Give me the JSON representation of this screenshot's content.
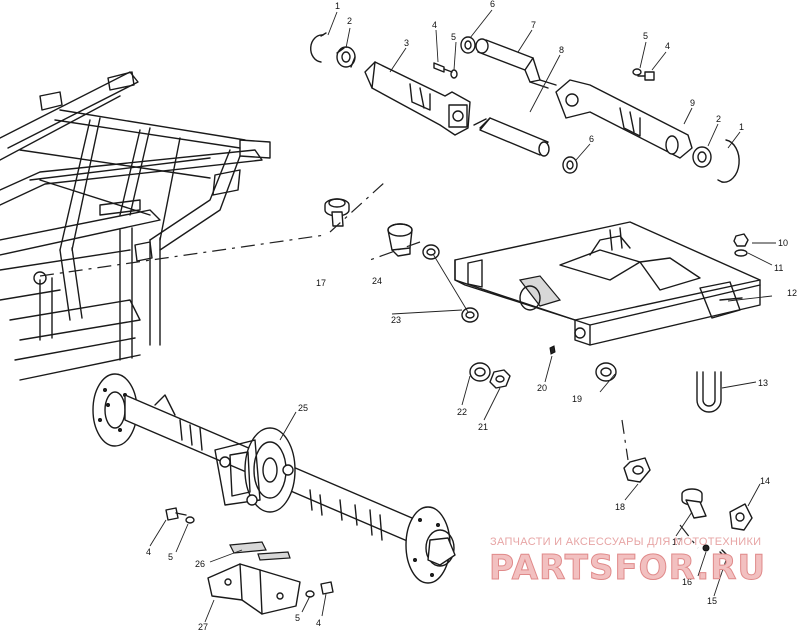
{
  "labels": {
    "l1a": "1",
    "l2a": "2",
    "l3": "3",
    "l4a": "4",
    "l5a": "5",
    "l6a": "6",
    "l7": "7",
    "l8": "8",
    "l5b": "5",
    "l4b": "4",
    "l9": "9",
    "l2b": "2",
    "l1b": "1",
    "l6b": "6",
    "l10": "10",
    "l11": "11",
    "l12": "12",
    "l17a": "17",
    "l24": "24",
    "l23": "23",
    "l20": "20",
    "l19": "19",
    "l22": "22",
    "l21": "21",
    "l13": "13",
    "l25": "25",
    "l18": "18",
    "l14": "14",
    "l17b": "17",
    "l16": "16",
    "l15": "15",
    "l4c": "4",
    "l5c": "5",
    "l26": "26",
    "l27": "27",
    "l5d": "5",
    "l4d": "4"
  },
  "watermark": {
    "top": "ЗАПЧАСТИ И АКСЕССУАРЫ ДЛЯ МОТОТЕХНИКИ",
    "main": "PARTSFOR.RU"
  }
}
